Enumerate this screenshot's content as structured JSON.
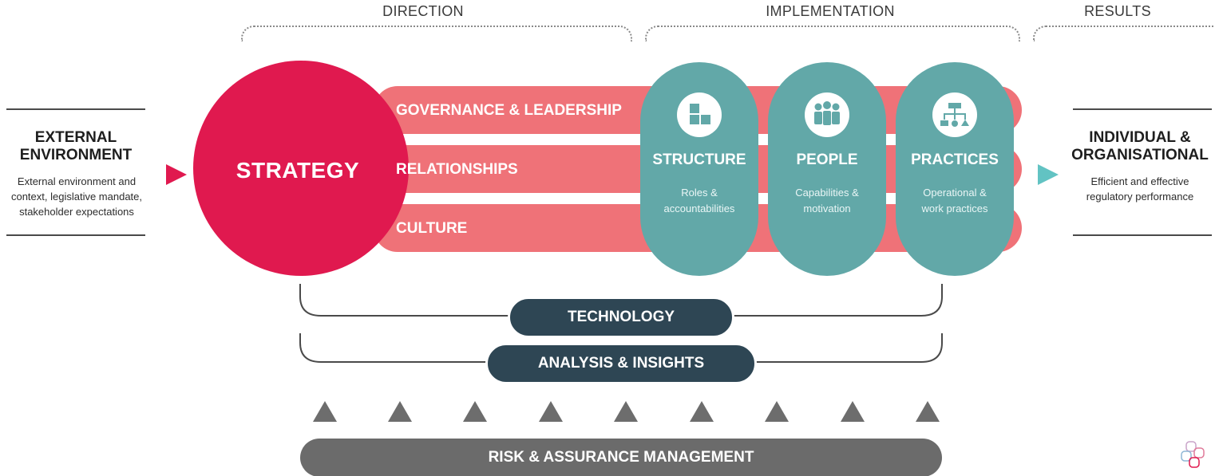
{
  "phases": {
    "direction": "DIRECTION",
    "implementation": "IMPLEMENTATION",
    "results": "RESULTS"
  },
  "external": {
    "title_line1": "EXTERNAL",
    "title_line2": "ENVIRONMENT",
    "desc_line1": "External environment and",
    "desc_line2": "context, legislative mandate,",
    "desc_line3": "stakeholder expectations"
  },
  "strategy": {
    "label": "STRATEGY"
  },
  "bands": [
    {
      "label": "GOVERNANCE & LEADERSHIP"
    },
    {
      "label": "RELATIONSHIPS"
    },
    {
      "label": "CULTURE"
    }
  ],
  "pillars": [
    {
      "title": "STRUCTURE",
      "sub_line1": "Roles &",
      "sub_line2": "accountabilities",
      "icon": "structure-blocks-icon"
    },
    {
      "title": "PEOPLE",
      "sub_line1": "Capabilities &",
      "sub_line2": "motivation",
      "icon": "people-group-icon"
    },
    {
      "title": "PRACTICES",
      "sub_line1": "Operational &",
      "sub_line2": "work practices",
      "icon": "process-flow-icon"
    }
  ],
  "results": {
    "title_line1": "INDIVIDUAL &",
    "title_line2": "ORGANISATIONAL",
    "desc_line1": "Efficient and effective",
    "desc_line2": "regulatory performance"
  },
  "enablers": {
    "technology": "TECHNOLOGY",
    "analysis": "ANALYSIS & INSIGHTS"
  },
  "foundation": {
    "label": "RISK & ASSURANCE MANAGEMENT"
  },
  "colors": {
    "strategy": "#e0194f",
    "band": "#ef7278",
    "pillar": "#62a8a8",
    "enabler": "#2e4654",
    "foundation": "#6b6b6b",
    "arrow_in": "#e0194f",
    "arrow_out": "#62c3c3"
  }
}
